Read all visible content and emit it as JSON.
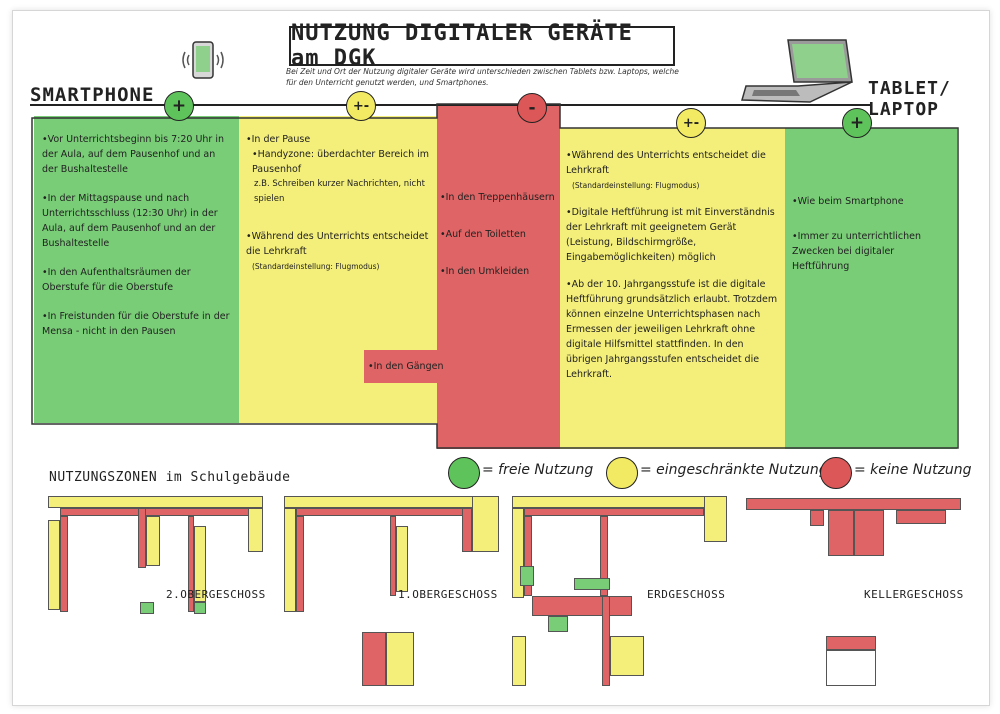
{
  "title": "NUTZUNG DIGITALER GERÄTE am DGK",
  "subtitle": "Bei Zeit und Ort der Nutzung digitaler Geräte wird unterschieden zwischen Tablets bzw. Laptops, welche für den Unterricht genutzt werden, und Smartphones.",
  "label_smartphone": "SMARTPHONE",
  "label_tablet": "TABLET/ LAPTOP",
  "markers": [
    "+",
    "+-",
    "-",
    "+-",
    "+"
  ],
  "zones": {
    "green_left": [
      "•Vor Unterrichtsbeginn bis 7:20 Uhr in der Aula, auf dem Pausenhof und an der Bushaltestelle",
      "•In der Mittagspause und nach Unterrichtsschluss (12:30 Uhr) in der Aula, auf dem Pausenhof und an der Bushaltestelle",
      "•In den Aufenthaltsräumen der Oberstufe für die Oberstufe",
      "•In Freistunden für die Oberstufe in der Mensa - nicht in den Pausen"
    ],
    "yellow_left": {
      "p1": "•In der Pause",
      "p1b": "•Handyzone: überdachter Bereich im Pausenhof",
      "p1c": "z.B. Schreiben kurzer Nachrichten, nicht spielen",
      "p2": "•Während des Unterrichts entscheidet die Lehrkraft",
      "p2s": "(Standardeinstellung: Flugmodus)"
    },
    "red_mid": [
      "•In den Treppenhäusern",
      "•Auf den Toiletten",
      "•In den Umkleiden"
    ],
    "red_gaenge": "•In den Gängen",
    "yellow_right": {
      "p1": "•Während des Unterrichts entscheidet die Lehrkraft",
      "p1s": "(Standardeinstellung: Flugmodus)",
      "p2": "•Digitale Heftführung ist mit Einverständnis der Lehrkraft mit geeignetem Gerät (Leistung, Bildschirmgröße, Eingabemöglichkeiten) möglich",
      "p3": "•Ab der 10. Jahrgangsstufe ist die digitale Heftführung grundsätzlich erlaubt. Trotzdem können einzelne Unterrichtsphasen nach Ermessen der jeweiligen Lehrkraft ohne digitale Hilfsmittel stattfinden. In den übrigen Jahrgangsstufen entscheidet die Lehrkraft."
    },
    "green_right": [
      "•Wie beim Smartphone",
      "•Immer zu unterrichtlichen Zwecken bei digitaler Heftführung"
    ]
  },
  "section_title": "NUTZUNGSZONEN im Schulgebäude",
  "legend": {
    "free": "= freie Nutzung",
    "limited": "= eingeschränkte Nutzung",
    "none": "= keine Nutzung"
  },
  "floors": [
    "2.OBERGESCHOSS",
    "1.OBERGESCHOSS",
    "ERDGESCHOSS",
    "KELLERGESCHOSS"
  ],
  "icons": [
    "phone-icon",
    "laptop-icon"
  ],
  "colors": {
    "green": "#79cd77",
    "yellow": "#f4ef7a",
    "red": "#df6465"
  }
}
